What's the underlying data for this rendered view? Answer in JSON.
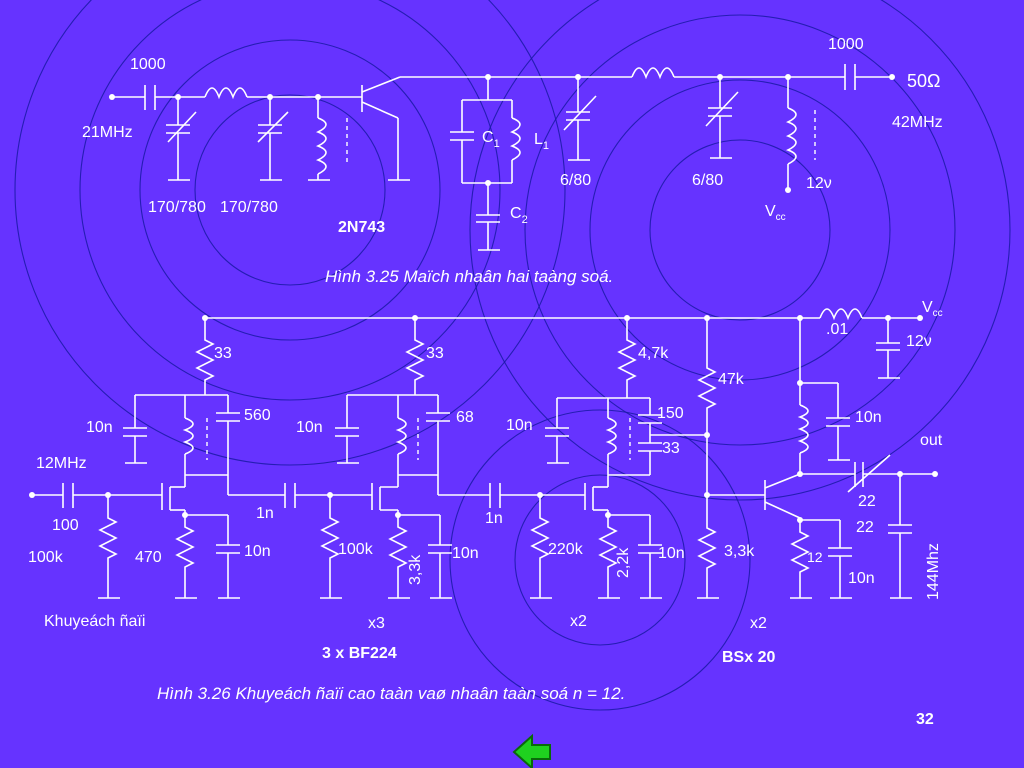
{
  "slide": {
    "background": "#6633ff",
    "page_number": "32",
    "nav_back_icon": "green-left-arrow-icon"
  },
  "fig1": {
    "caption": "Hình 3.25 Maïch nhaân hai taàng soá.",
    "labels": {
      "c_in": "1000",
      "c_out": "1000",
      "f_in": "21MHz",
      "f_out": "42MHz",
      "load": "50Ω",
      "trim1": "170/780",
      "trim2": "170/780",
      "transistor": "2N743",
      "c1": "C",
      "c1_sub": "1",
      "l1": "L",
      "l1_sub": "1",
      "c2": "C",
      "c2_sub": "2",
      "trim3": "6/80",
      "trim4": "6/80",
      "choke": "12ν",
      "vcc": "V",
      "vcc_sub": "cc"
    }
  },
  "fig2": {
    "caption": "Hình 3.26 Khuyeách ñaïi cao taàn vaø nhaân taàn soá n = 12.",
    "labels": {
      "vcc": "V",
      "vcc_sub": "cc",
      "c_top": ".01",
      "choke_top": "12ν",
      "r33a": "33",
      "r33b": "33",
      "r47k_top": "4,7k",
      "r47k": "47k",
      "c560": "560",
      "c68": "68",
      "c150": "150",
      "c33": "33",
      "c10n_1": "10n",
      "c10n_2": "10n",
      "c10n_3": "10n",
      "c10n_4": "10n",
      "out": "out",
      "f_in": "12MHz",
      "c100": "100",
      "r100k_in": "100k",
      "r470": "470",
      "c1n_a": "1n",
      "c1n_b": "1n",
      "c10n_s1": "10n",
      "r100k": "100k",
      "r3_3k": "3,3k",
      "c10n_s2": "10n",
      "r220k": "220k",
      "r2_2k": "2,2k",
      "c10n_s3": "10n",
      "r3_3k_b": "3,3k",
      "r12": "12",
      "c10n_s4": "10n",
      "trim22": "22",
      "c22": "22",
      "f_out": "144Mhz",
      "stage_label": "Khuyeách ñaïi",
      "x3": "x3",
      "x2a": "x2",
      "x2b": "x2",
      "fet": "3 x BF224",
      "bjt": "BSx 20"
    }
  }
}
